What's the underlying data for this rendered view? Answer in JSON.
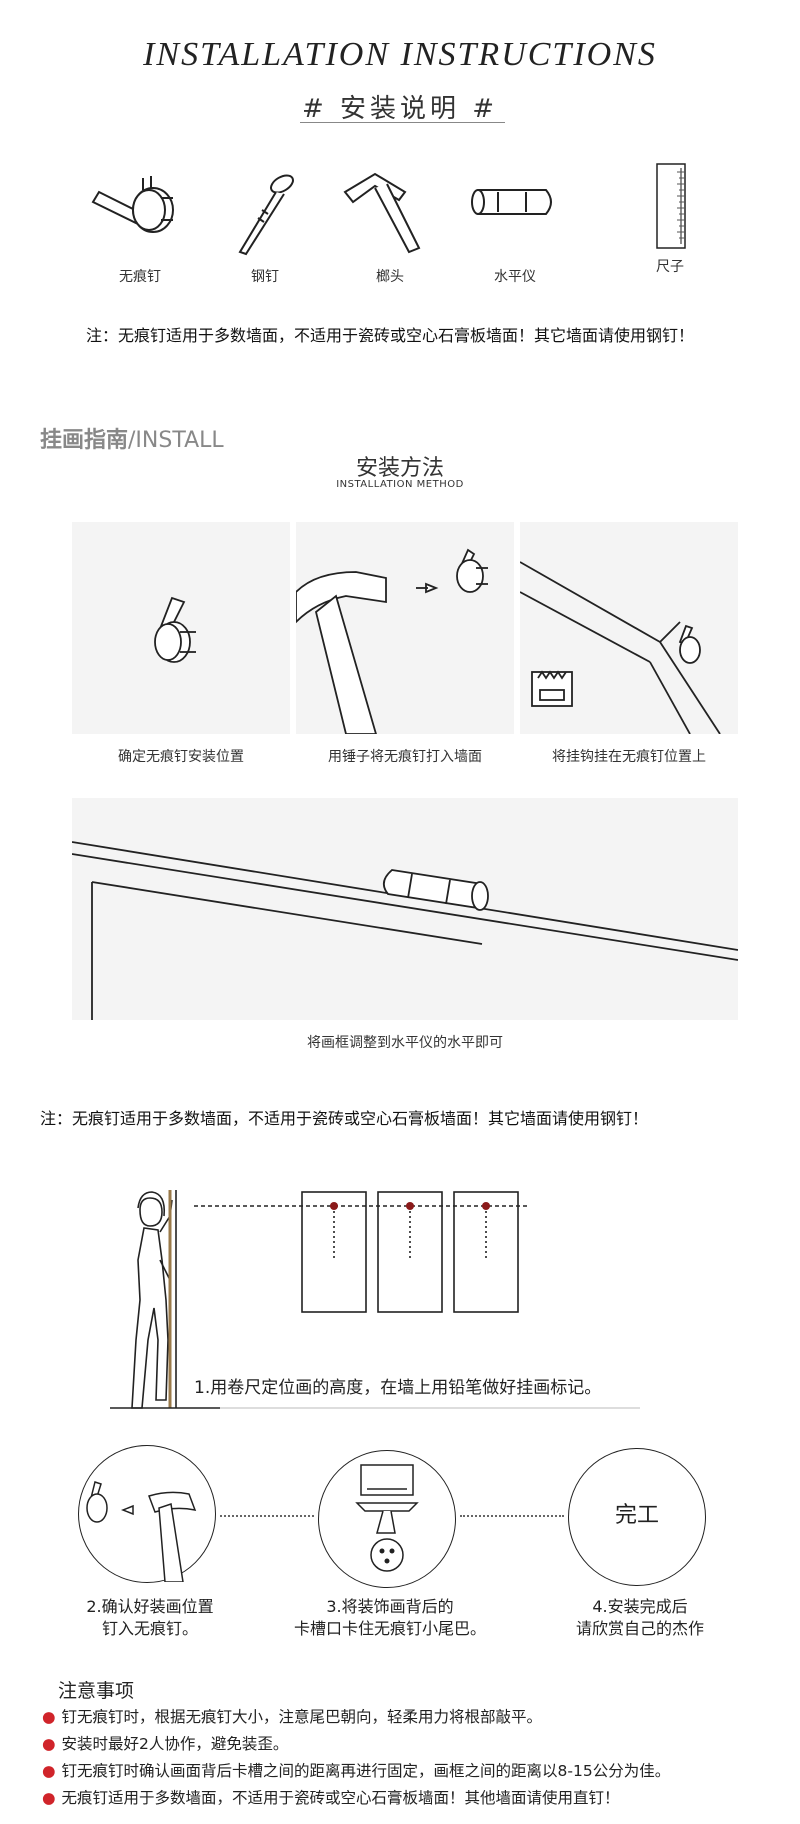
{
  "header": {
    "title": "INSTALLATION INSTRUCTIONS",
    "subtitle": "#  安装说明  #"
  },
  "tools": [
    {
      "icon": "traceless-nail-icon",
      "label": "无痕钉"
    },
    {
      "icon": "steel-nail-icon",
      "label": "钢钉"
    },
    {
      "icon": "hammer-icon",
      "label": "榔头"
    },
    {
      "icon": "spirit-level-icon",
      "label": "水平仪"
    },
    {
      "icon": "ruler-icon",
      "label": "尺子"
    }
  ],
  "note_top": "注：无痕钉适用于多数墙面，不适用于瓷砖或空心石膏板墙面！其它墙面请使用钢钉！",
  "install_section": {
    "label_cn": "挂画指南",
    "label_en": "/INSTALL",
    "method_title": "安装方法",
    "method_subtitle": "INSTALLATION METHOD"
  },
  "panels": [
    {
      "icon": "traceless-nail-icon",
      "caption": "确定无痕钉安装位置"
    },
    {
      "icon": "hammer-nail-icon",
      "caption": "用锤子将无痕钉打入墙面"
    },
    {
      "icon": "frame-hook-icon",
      "caption": "将挂钩挂在无痕钉位置上"
    }
  ],
  "level_panel": {
    "caption": "将画框调整到水平仪的水平即可"
  },
  "note_mid": "注：无痕钉适用于多数墙面，不适用于瓷砖或空心石膏板墙面！其它墙面请使用钢钉！",
  "steps": {
    "step1": "1.用卷尺定位画的高度，在墙上用铅笔做好挂画标记。",
    "step2_line1": "2.确认好装画位置",
    "step2_line2": "钉入无痕钉。",
    "step3_line1": "3.将装饰画背后的",
    "step3_line2": "卡槽口卡住无痕钉小尾巴。",
    "step4_circle": "完工",
    "step4_line1": "4.安装完成后",
    "step4_line2": "请欣赏自己的杰作"
  },
  "notices": {
    "title": "注意事项",
    "items": [
      "钉无痕钉时，根据无痕钉大小，注意尾巴朝向，轻柔用力将根部敲平。",
      "安装时最好2人协作，避免装歪。",
      "钉无痕钉时确认画面背后卡槽之间的距离再进行固定，画框之间的距离以8-15公分为佳。",
      "无痕钉适用于多数墙面，不适用于瓷砖或空心石膏板墙面！其他墙面请使用直钉！"
    ]
  },
  "colors": {
    "accent_red": "#d0242a",
    "panel_bg": "#f4f4f4",
    "mark_red": "#8b1a1a"
  }
}
